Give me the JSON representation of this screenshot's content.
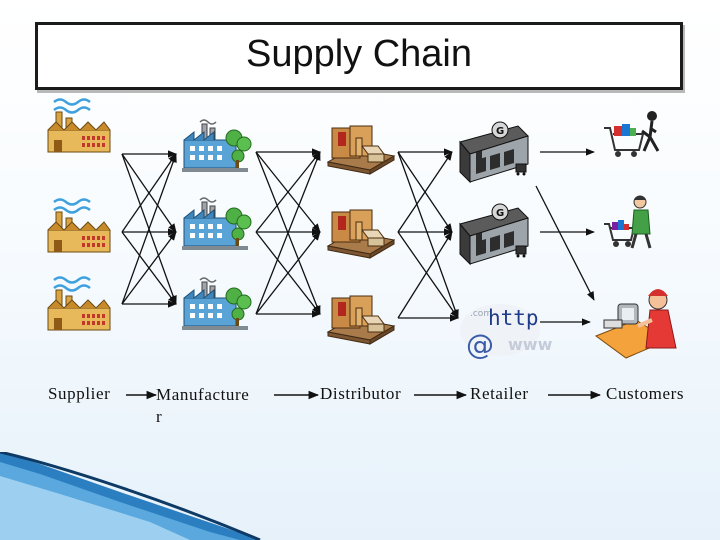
{
  "slide": {
    "title": "Supply Chain"
  },
  "stages": {
    "supplier": "Supplier",
    "manufacturer": "Manufacture\nr",
    "distributor": "Distributor",
    "retailer": "Retailer",
    "customers": "Customers"
  },
  "web": {
    "http": "http",
    "at": "@"
  },
  "icons": {
    "supplier_factories": [
      "factory-icon",
      "factory-icon",
      "factory-icon"
    ],
    "manufacturers": [
      "manufacturing-plant-icon",
      "manufacturing-plant-icon",
      "manufacturing-plant-icon"
    ],
    "distributors": [
      "warehouse-pallet-icon",
      "warehouse-pallet-icon",
      "warehouse-pallet-icon"
    ],
    "retailers": [
      "store-icon",
      "store-icon",
      "internet-icon"
    ],
    "customers": [
      "shopper-cart-icon",
      "shopper-cart-icon",
      "computer-user-icon"
    ]
  },
  "colors": {
    "border": "#1b1b1b",
    "arrow": "#111111",
    "accent_blue": "#1f6fb5"
  }
}
